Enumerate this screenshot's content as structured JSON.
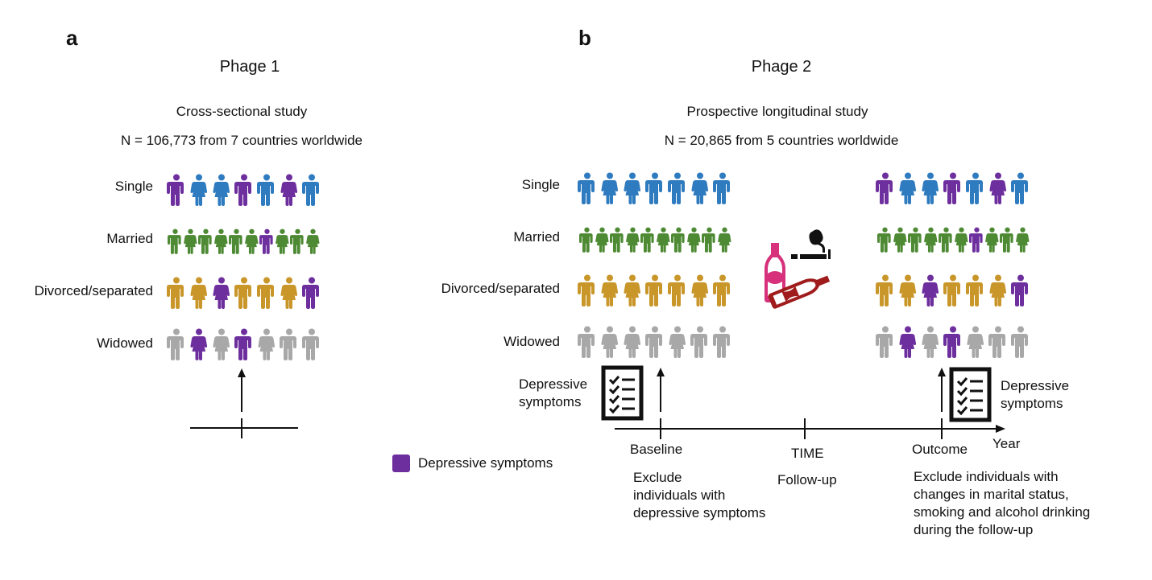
{
  "colors": {
    "depressive": "#6e2f9e",
    "single": "#2f7bbf",
    "married": "#4e8a34",
    "divorced": "#c9962a",
    "widowed": "#a8a8a8",
    "bottle_pink": "#d6317a",
    "bottle_dark": "#a01c1c",
    "ink": "#111111"
  },
  "panel_a": {
    "letter": "a",
    "phase_title": "Phage 1",
    "study_type": "Cross-sectional study",
    "sample": "N = 106,773 from 7 countries worldwide",
    "rows": [
      {
        "label": "Single",
        "group": "single",
        "people": [
          [
            "m",
            1
          ],
          [
            "f",
            0
          ],
          [
            "f",
            0
          ],
          [
            "m",
            1
          ],
          [
            "m",
            0
          ],
          [
            "f",
            1
          ],
          [
            "m",
            0
          ]
        ]
      },
      {
        "label": "Married",
        "group": "married",
        "people": [
          [
            "m",
            0
          ],
          [
            "f",
            0
          ],
          [
            "m",
            0
          ],
          [
            "f",
            0
          ],
          [
            "m",
            0
          ],
          [
            "f",
            0
          ],
          [
            "m",
            1
          ],
          [
            "f",
            0
          ],
          [
            "m",
            0
          ],
          [
            "f",
            0
          ]
        ]
      },
      {
        "label": "Divorced/separated",
        "group": "divorced",
        "people": [
          [
            "m",
            0
          ],
          [
            "f",
            0
          ],
          [
            "f",
            1
          ],
          [
            "m",
            0
          ],
          [
            "m",
            0
          ],
          [
            "f",
            0
          ],
          [
            "m",
            1
          ]
        ]
      },
      {
        "label": "Widowed",
        "group": "widowed",
        "people": [
          [
            "m",
            0
          ],
          [
            "f",
            1
          ],
          [
            "f",
            0
          ],
          [
            "m",
            1
          ],
          [
            "f",
            0
          ],
          [
            "m",
            0
          ],
          [
            "m",
            0
          ]
        ]
      }
    ]
  },
  "panel_b": {
    "letter": "b",
    "phase_title": "Phage 2",
    "study_type": "Prospective longitudinal study",
    "sample": "N = 20,865 from 5 countries worldwide",
    "baseline_rows": [
      {
        "label": "Single",
        "group": "single",
        "people": [
          [
            "m",
            0
          ],
          [
            "f",
            0
          ],
          [
            "f",
            0
          ],
          [
            "m",
            0
          ],
          [
            "m",
            0
          ],
          [
            "f",
            0
          ],
          [
            "m",
            0
          ]
        ]
      },
      {
        "label": "Married",
        "group": "married",
        "people": [
          [
            "m",
            0
          ],
          [
            "f",
            0
          ],
          [
            "m",
            0
          ],
          [
            "f",
            0
          ],
          [
            "m",
            0
          ],
          [
            "f",
            0
          ],
          [
            "m",
            0
          ],
          [
            "f",
            0
          ],
          [
            "m",
            0
          ],
          [
            "f",
            0
          ]
        ]
      },
      {
        "label": "Divorced/separated",
        "group": "divorced",
        "people": [
          [
            "m",
            0
          ],
          [
            "f",
            0
          ],
          [
            "f",
            0
          ],
          [
            "m",
            0
          ],
          [
            "m",
            0
          ],
          [
            "f",
            0
          ],
          [
            "m",
            0
          ]
        ]
      },
      {
        "label": "Widowed",
        "group": "widowed",
        "people": [
          [
            "m",
            0
          ],
          [
            "f",
            0
          ],
          [
            "f",
            0
          ],
          [
            "m",
            0
          ],
          [
            "f",
            0
          ],
          [
            "m",
            0
          ],
          [
            "m",
            0
          ]
        ]
      }
    ],
    "outcome_rows": [
      {
        "group": "single",
        "people": [
          [
            "m",
            1
          ],
          [
            "f",
            0
          ],
          [
            "f",
            0
          ],
          [
            "m",
            1
          ],
          [
            "m",
            0
          ],
          [
            "f",
            1
          ],
          [
            "m",
            0
          ]
        ]
      },
      {
        "group": "married",
        "people": [
          [
            "m",
            0
          ],
          [
            "f",
            0
          ],
          [
            "m",
            0
          ],
          [
            "f",
            0
          ],
          [
            "m",
            0
          ],
          [
            "f",
            0
          ],
          [
            "m",
            1
          ],
          [
            "f",
            0
          ],
          [
            "m",
            0
          ],
          [
            "f",
            0
          ]
        ]
      },
      {
        "group": "divorced",
        "people": [
          [
            "m",
            0
          ],
          [
            "f",
            0
          ],
          [
            "f",
            1
          ],
          [
            "m",
            0
          ],
          [
            "m",
            0
          ],
          [
            "f",
            0
          ],
          [
            "m",
            1
          ]
        ]
      },
      {
        "group": "widowed",
        "people": [
          [
            "m",
            0
          ],
          [
            "f",
            1
          ],
          [
            "f",
            0
          ],
          [
            "m",
            1
          ],
          [
            "f",
            0
          ],
          [
            "m",
            0
          ],
          [
            "m",
            0
          ]
        ]
      }
    ],
    "exposure_icons": [
      "cigarette-icon",
      "wine-bottle-icon",
      "fallen-bottle-icon"
    ],
    "checklist_left_label": [
      "Depressive",
      "symptoms"
    ],
    "checklist_right_label": [
      "Depressive",
      "symptoms"
    ],
    "timeline": {
      "baseline": "Baseline",
      "time": "TIME",
      "outcome": "Outcome",
      "axis_label": "Year",
      "follow_up": "Follow-up",
      "baseline_note": [
        "Exclude",
        "individuals with",
        "depressive symptoms"
      ],
      "outcome_note": [
        "Exclude individuals with",
        "changes in marital status,",
        "smoking and alcohol drinking",
        "during the follow-up"
      ]
    }
  },
  "legend": {
    "label": "Depressive symptoms",
    "swatch_color": "#6e2f9e"
  }
}
